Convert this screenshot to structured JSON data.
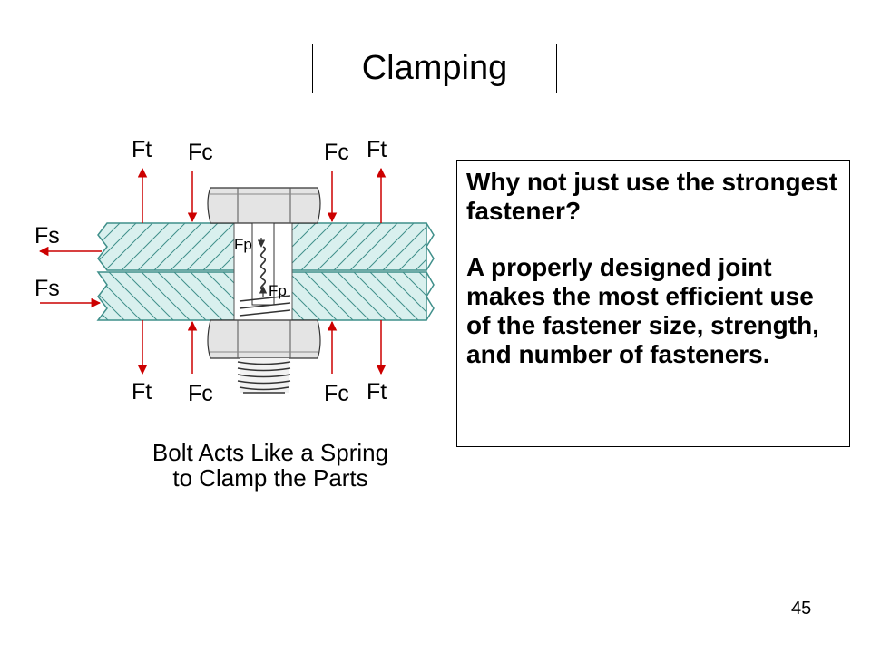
{
  "slide": {
    "title": "Clamping",
    "page_number": "45"
  },
  "diagram": {
    "labels": {
      "ft_top_left": "Ft",
      "fc_top_left": "Fc",
      "fc_top_right": "Fc",
      "ft_top_right": "Ft",
      "fs_upper": "Fs",
      "fs_lower": "Fs",
      "fp_upper": "Fp",
      "fp_lower": "Fp",
      "ft_bottom_left": "Ft",
      "fc_bottom_left": "Fc",
      "fc_bottom_right": "Fc",
      "ft_bottom_right": "Ft"
    },
    "caption_line1": "Bolt Acts Like a Spring",
    "caption_line2": "to Clamp the Parts",
    "colors": {
      "plate_fill": "#d9f0ee",
      "plate_hatch": "#3f8f8a",
      "arrow": "#cc0000",
      "bolt_fill": "#e4e4e4"
    }
  },
  "textbox": {
    "question": "Why not just use the strongest fastener?",
    "answer": "A properly designed joint makes the most efficient use of the fastener size, strength, and number of fasteners."
  }
}
